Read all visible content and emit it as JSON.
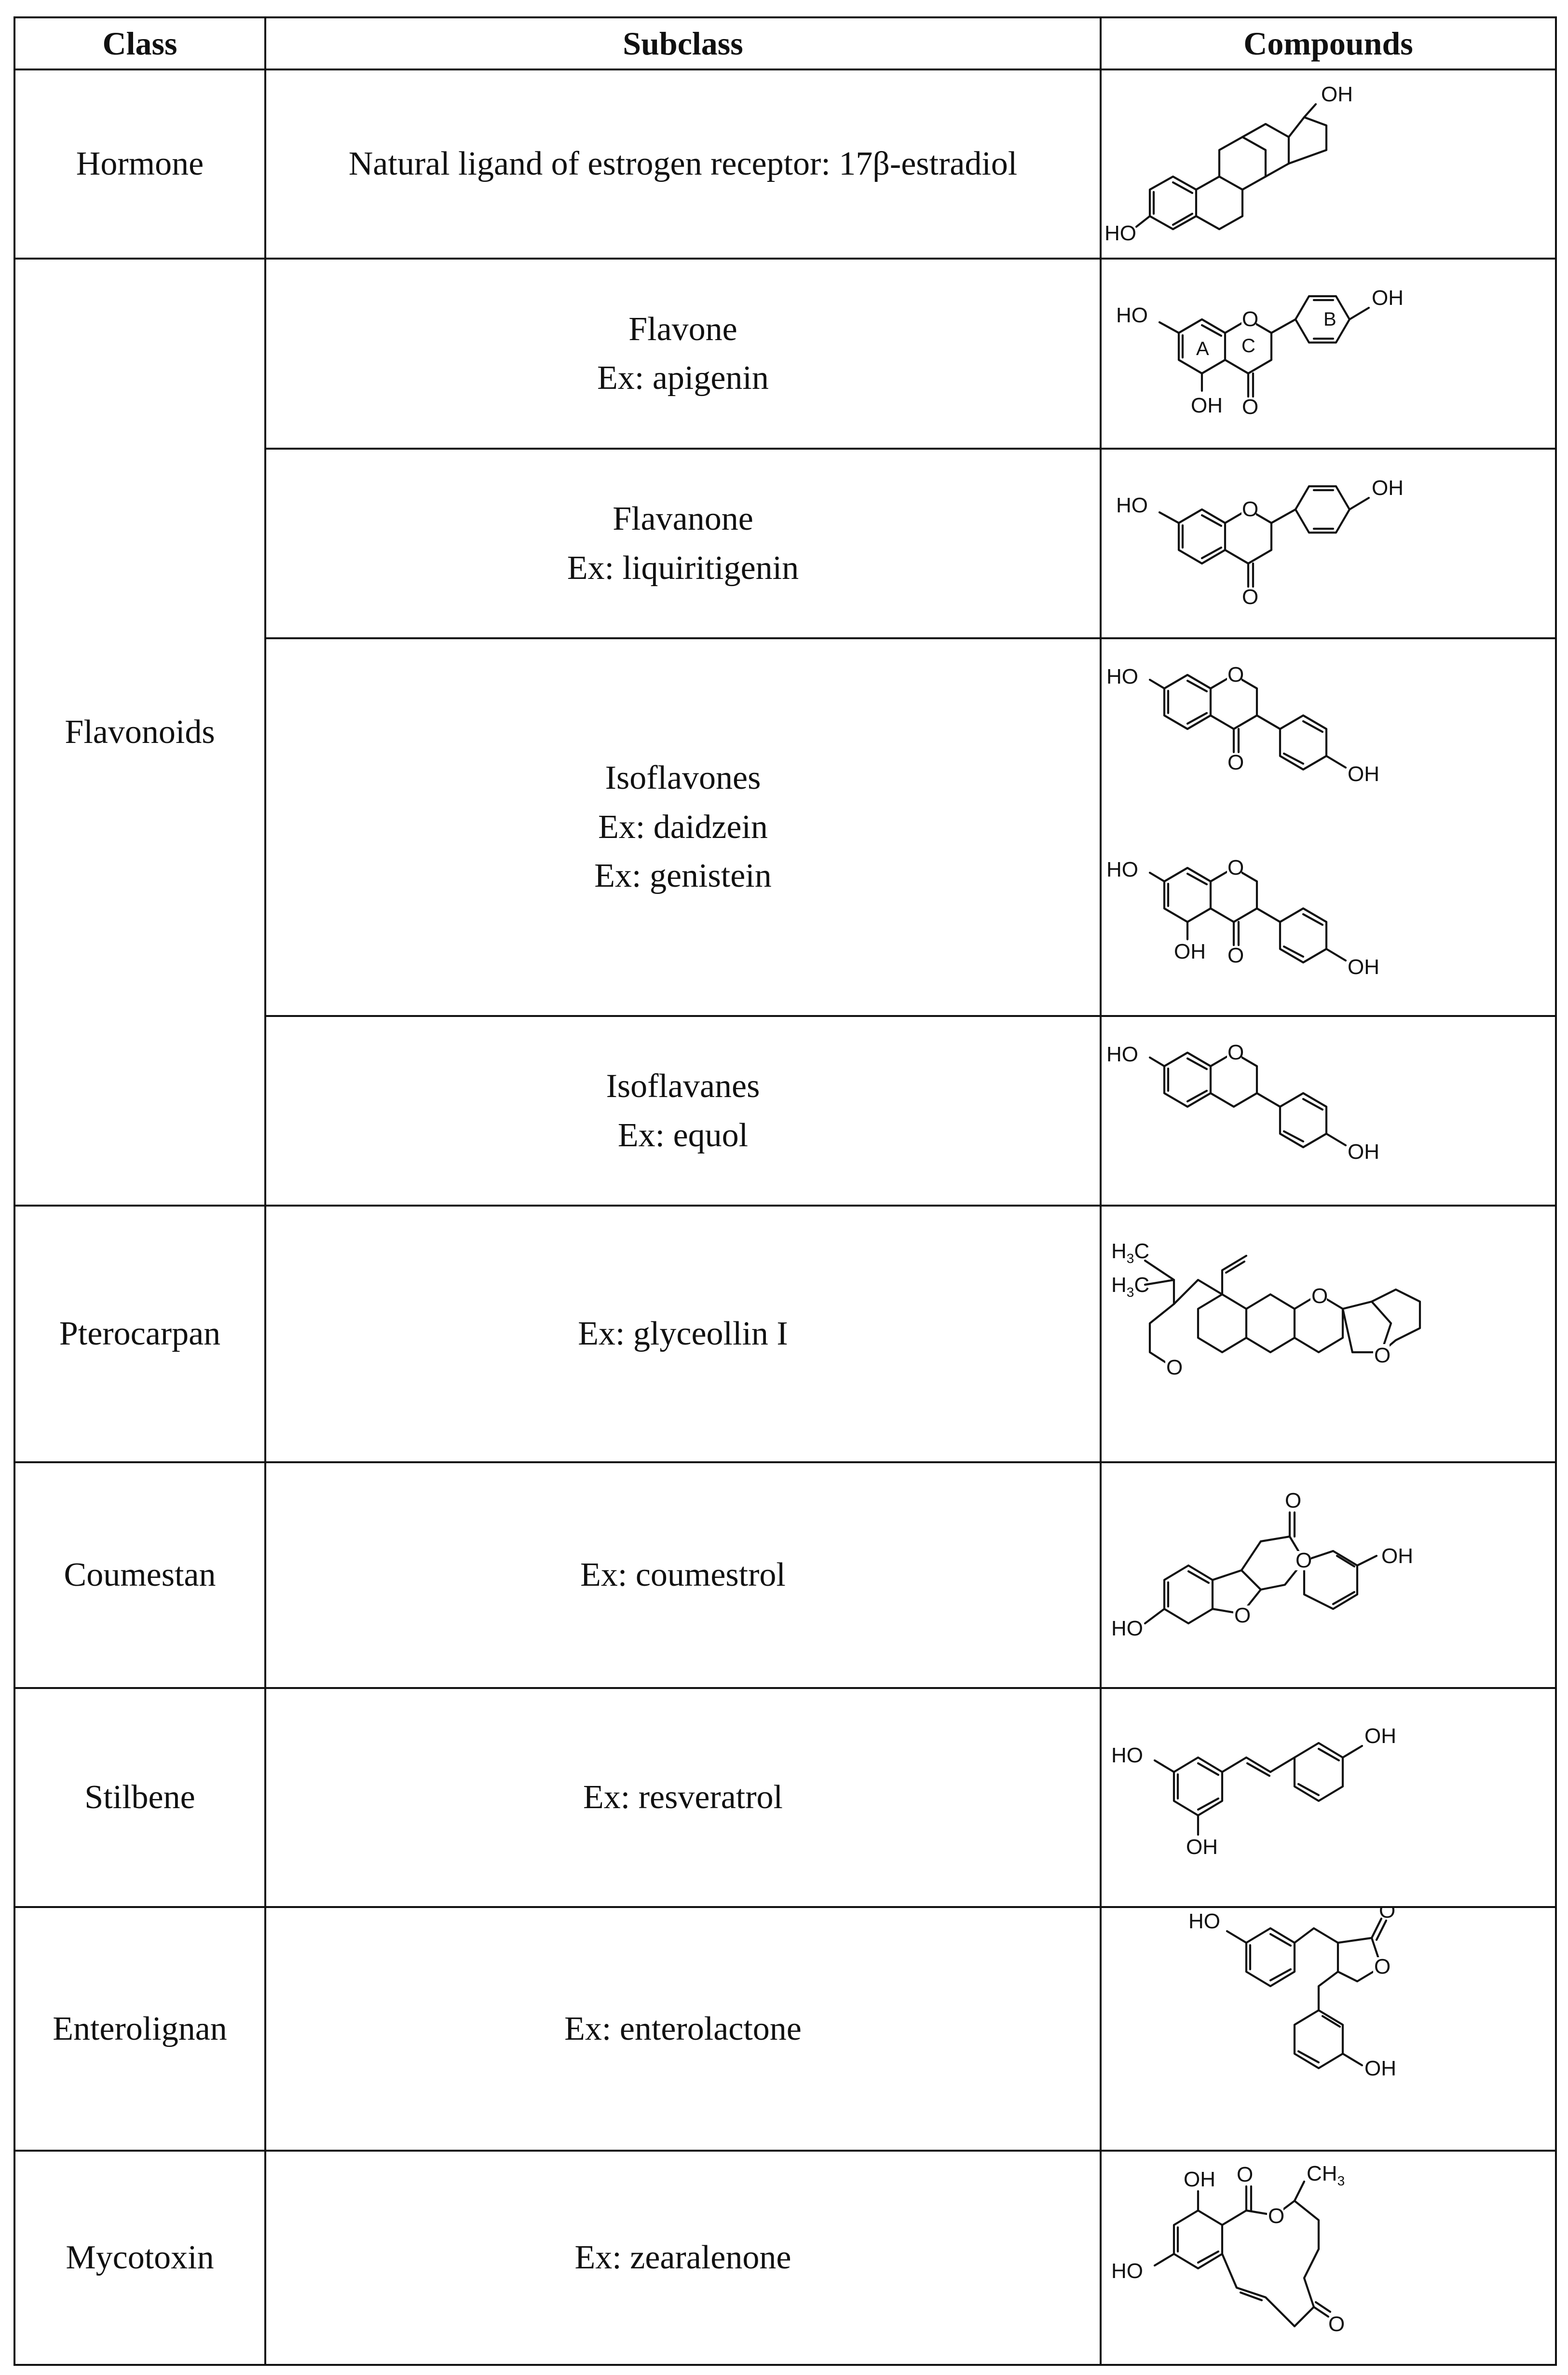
{
  "headers": {
    "class": "Class",
    "subclass": "Subclass",
    "compounds": "Compounds"
  },
  "rows": {
    "hormone": {
      "class": "Hormone",
      "subclass": "Natural ligand of estrogen receptor: 17β-estradiol",
      "labels": {
        "oh_top": "OH",
        "ho_left": "HO"
      }
    },
    "flavone": {
      "class": "Flavonoids",
      "lines": [
        "Flavone",
        "Ex: apigenin"
      ],
      "labels": {
        "ho": "HO",
        "oh_top": "OH",
        "oh_bottom": "OH",
        "o_ring": "O",
        "o_keto": "O",
        "ring_a": "A",
        "ring_b": "B",
        "ring_c": "C"
      }
    },
    "flavanone": {
      "lines": [
        "Flavanone",
        "Ex: liquiritigenin"
      ],
      "labels": {
        "ho": "HO",
        "oh": "OH",
        "o_ring": "O",
        "o_keto": "O"
      }
    },
    "isoflavones": {
      "lines": [
        "Isoflavones",
        "Ex: daidzein",
        "Ex: genistein"
      ],
      "daidzein": {
        "ho": "HO",
        "oh": "OH",
        "o_ring": "O",
        "o_keto": "O"
      },
      "genistein": {
        "ho": "HO",
        "oh": "OH",
        "oh5": "OH",
        "o_ring": "O",
        "o_keto": "O"
      }
    },
    "isoflavanes": {
      "lines": [
        "Isoflavanes",
        "Ex: equol"
      ],
      "labels": {
        "ho": "HO",
        "oh": "OH",
        "o_ring": "O"
      }
    },
    "pterocarpan": {
      "class": "Pterocarpan",
      "subclass": "Ex: glyceollin I",
      "labels": {
        "h3c_top": "H",
        "h3c_bottom": "H",
        "sub3": "3",
        "c": "C",
        "o1": "O",
        "o2": "O",
        "o3": "O"
      }
    },
    "coumestan": {
      "class": "Coumestan",
      "subclass": "Ex: coumestrol",
      "labels": {
        "ho": "HO",
        "oh": "OH",
        "o_keto": "O",
        "o_lactone": "O",
        "o_furan": "O"
      }
    },
    "stilbene": {
      "class": "Stilbene",
      "subclass": "Ex: resveratrol",
      "labels": {
        "ho": "HO",
        "oh_top": "OH",
        "oh_bottom": "OH"
      }
    },
    "enterolignan": {
      "class": "Enterolignan",
      "subclass": "Ex: enterolactone",
      "labels": {
        "ho": "HO",
        "oh": "OH",
        "o_keto": "O",
        "o_ring": "O"
      }
    },
    "mycotoxin": {
      "class": "Mycotoxin",
      "subclass": "Ex: zearalenone",
      "labels": {
        "oh_top": "OH",
        "ho": "HO",
        "ch": "CH",
        "sub3": "3",
        "o_ester": "O",
        "o_keto1": "O",
        "o_keto2": "O"
      }
    }
  }
}
